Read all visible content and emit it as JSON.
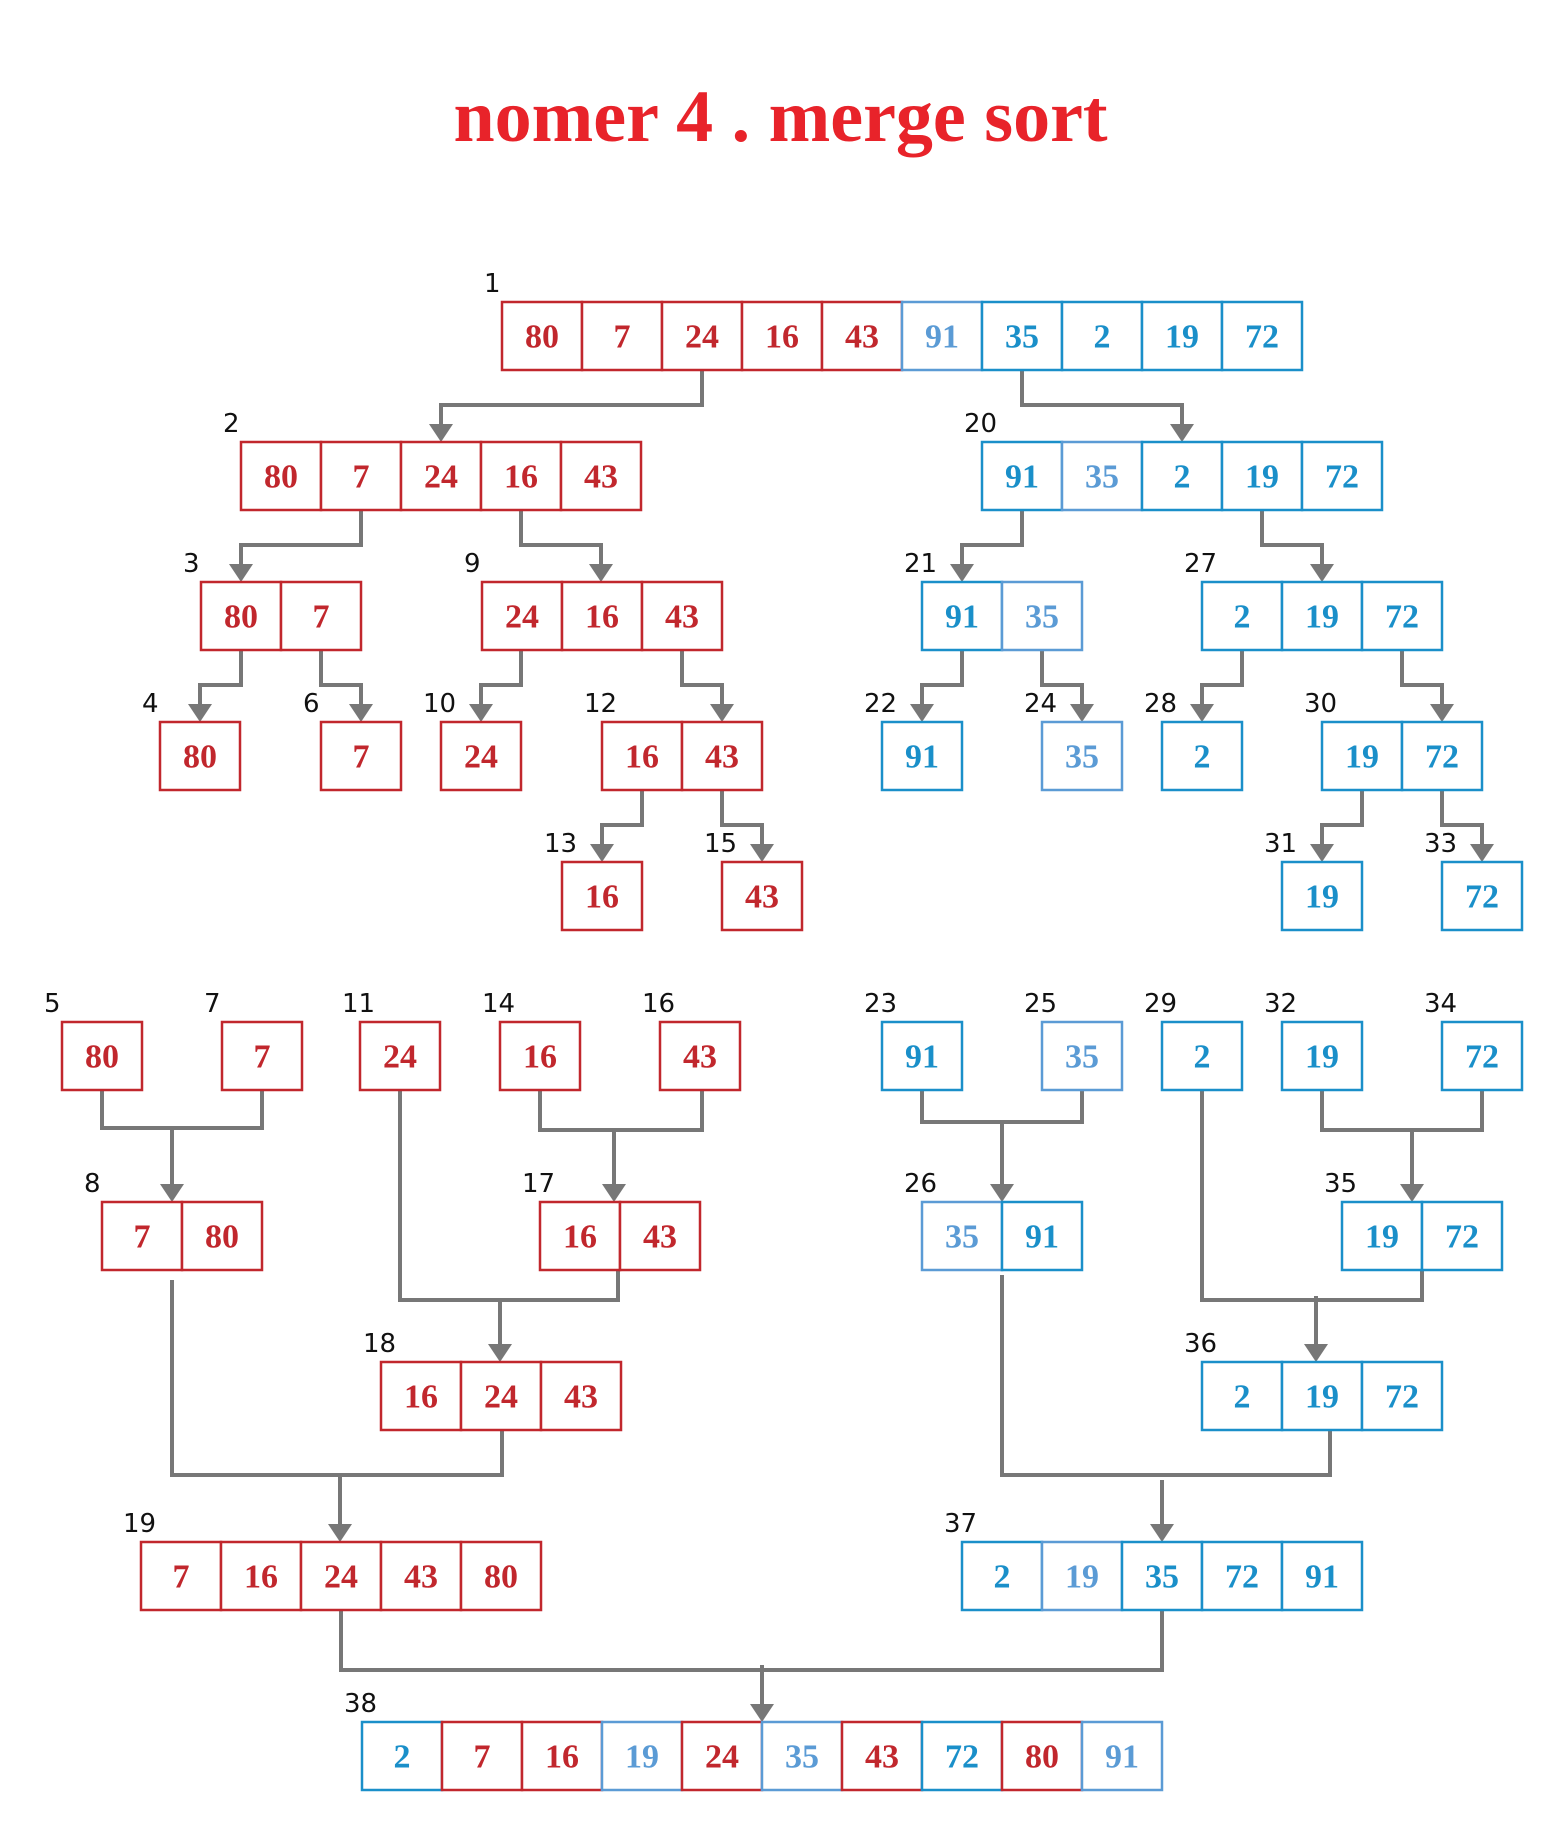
{
  "title": "nomer 4 . merge sort",
  "colors": {
    "red": "#c1272d",
    "blue": "#1a8fc9",
    "lightblue": "#5b9bd5",
    "connector": "#777777",
    "title": "#e8232a"
  },
  "nodes": [
    {
      "step": "1",
      "cells": [
        [
          "80",
          "red"
        ],
        [
          "7",
          "red"
        ],
        [
          "24",
          "red"
        ],
        [
          "16",
          "red"
        ],
        [
          "43",
          "red"
        ],
        [
          "91",
          "lightblue"
        ],
        [
          "35",
          "blue"
        ],
        [
          "2",
          "blue"
        ],
        [
          "19",
          "blue"
        ],
        [
          "72",
          "blue"
        ]
      ]
    },
    {
      "step": "2",
      "cells": [
        [
          "80",
          "red"
        ],
        [
          "7",
          "red"
        ],
        [
          "24",
          "red"
        ],
        [
          "16",
          "red"
        ],
        [
          "43",
          "red"
        ]
      ]
    },
    {
      "step": "20",
      "cells": [
        [
          "91",
          "blue"
        ],
        [
          "35",
          "lightblue"
        ],
        [
          "2",
          "blue"
        ],
        [
          "19",
          "blue"
        ],
        [
          "72",
          "blue"
        ]
      ]
    },
    {
      "step": "3",
      "cells": [
        [
          "80",
          "red"
        ],
        [
          "7",
          "red"
        ]
      ]
    },
    {
      "step": "9",
      "cells": [
        [
          "24",
          "red"
        ],
        [
          "16",
          "red"
        ],
        [
          "43",
          "red"
        ]
      ]
    },
    {
      "step": "21",
      "cells": [
        [
          "91",
          "blue"
        ],
        [
          "35",
          "lightblue"
        ]
      ]
    },
    {
      "step": "27",
      "cells": [
        [
          "2",
          "blue"
        ],
        [
          "19",
          "blue"
        ],
        [
          "72",
          "blue"
        ]
      ]
    },
    {
      "step": "4",
      "cells": [
        [
          "80",
          "red"
        ]
      ]
    },
    {
      "step": "6",
      "cells": [
        [
          "7",
          "red"
        ]
      ]
    },
    {
      "step": "10",
      "cells": [
        [
          "24",
          "red"
        ]
      ]
    },
    {
      "step": "12",
      "cells": [
        [
          "16",
          "red"
        ],
        [
          "43",
          "red"
        ]
      ]
    },
    {
      "step": "22",
      "cells": [
        [
          "91",
          "blue"
        ]
      ]
    },
    {
      "step": "24",
      "cells": [
        [
          "35",
          "lightblue"
        ]
      ]
    },
    {
      "step": "28",
      "cells": [
        [
          "2",
          "blue"
        ]
      ]
    },
    {
      "step": "30",
      "cells": [
        [
          "19",
          "blue"
        ],
        [
          "72",
          "blue"
        ]
      ]
    },
    {
      "step": "13",
      "cells": [
        [
          "16",
          "red"
        ]
      ]
    },
    {
      "step": "15",
      "cells": [
        [
          "43",
          "red"
        ]
      ]
    },
    {
      "step": "31",
      "cells": [
        [
          "19",
          "blue"
        ]
      ]
    },
    {
      "step": "33",
      "cells": [
        [
          "72",
          "blue"
        ]
      ]
    },
    {
      "step": "5",
      "cells": [
        [
          "80",
          "red"
        ]
      ]
    },
    {
      "step": "7",
      "cells": [
        [
          "7",
          "red"
        ]
      ]
    },
    {
      "step": "11",
      "cells": [
        [
          "24",
          "red"
        ]
      ]
    },
    {
      "step": "14",
      "cells": [
        [
          "16",
          "red"
        ]
      ]
    },
    {
      "step": "16",
      "cells": [
        [
          "43",
          "red"
        ]
      ]
    },
    {
      "step": "23",
      "cells": [
        [
          "91",
          "blue"
        ]
      ]
    },
    {
      "step": "25",
      "cells": [
        [
          "35",
          "lightblue"
        ]
      ]
    },
    {
      "step": "29",
      "cells": [
        [
          "2",
          "blue"
        ]
      ]
    },
    {
      "step": "32",
      "cells": [
        [
          "19",
          "blue"
        ]
      ]
    },
    {
      "step": "34",
      "cells": [
        [
          "72",
          "blue"
        ]
      ]
    },
    {
      "step": "8",
      "cells": [
        [
          "7",
          "red"
        ],
        [
          "80",
          "red"
        ]
      ]
    },
    {
      "step": "17",
      "cells": [
        [
          "16",
          "red"
        ],
        [
          "43",
          "red"
        ]
      ]
    },
    {
      "step": "26",
      "cells": [
        [
          "35",
          "lightblue"
        ],
        [
          "91",
          "blue"
        ]
      ]
    },
    {
      "step": "35",
      "cells": [
        [
          "19",
          "blue"
        ],
        [
          "72",
          "blue"
        ]
      ]
    },
    {
      "step": "18",
      "cells": [
        [
          "16",
          "red"
        ],
        [
          "24",
          "red"
        ],
        [
          "43",
          "red"
        ]
      ]
    },
    {
      "step": "36",
      "cells": [
        [
          "2",
          "blue"
        ],
        [
          "19",
          "blue"
        ],
        [
          "72",
          "blue"
        ]
      ]
    },
    {
      "step": "19",
      "cells": [
        [
          "7",
          "red"
        ],
        [
          "16",
          "red"
        ],
        [
          "24",
          "red"
        ],
        [
          "43",
          "red"
        ],
        [
          "80",
          "red"
        ]
      ]
    },
    {
      "step": "37",
      "cells": [
        [
          "2",
          "blue"
        ],
        [
          "19",
          "lightblue"
        ],
        [
          "35",
          "blue"
        ],
        [
          "72",
          "blue"
        ],
        [
          "91",
          "blue"
        ]
      ]
    },
    {
      "step": "38",
      "cells": [
        [
          "2",
          "blue"
        ],
        [
          "7",
          "red"
        ],
        [
          "16",
          "red"
        ],
        [
          "19",
          "lightblue"
        ],
        [
          "24",
          "red"
        ],
        [
          "35",
          "lightblue"
        ],
        [
          "43",
          "red"
        ],
        [
          "72",
          "blue"
        ],
        [
          "80",
          "red"
        ],
        [
          "91",
          "lightblue"
        ]
      ]
    }
  ]
}
